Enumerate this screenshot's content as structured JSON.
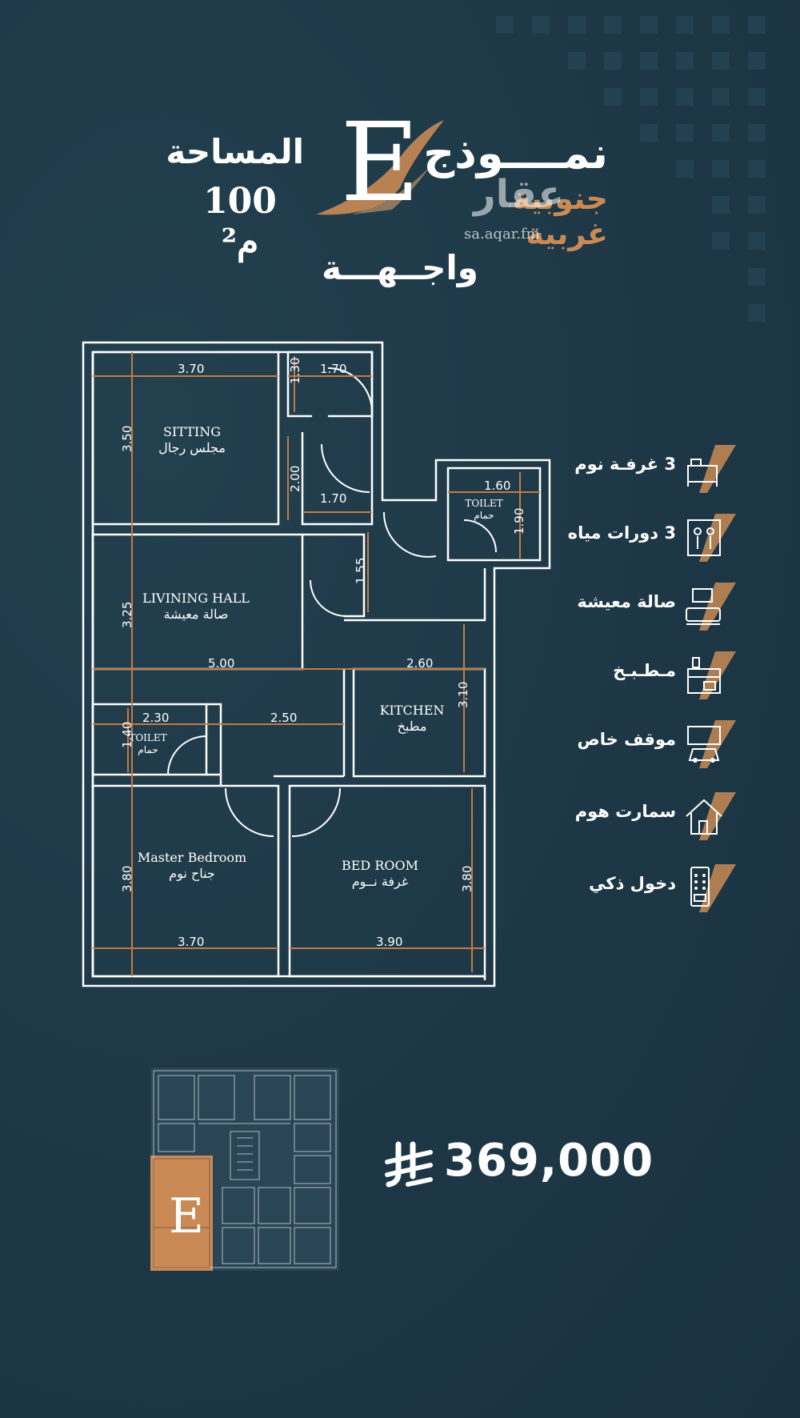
{
  "header": {
    "title": "نمــــوذج",
    "model_letter": "E",
    "area_label": "المساحة",
    "area_value": "100 م²",
    "direction": "جنوبية غربية",
    "facade": "واجــهـــة"
  },
  "watermark": {
    "brand": "عقار",
    "url": "sa.aqar.fm"
  },
  "floor_plan": {
    "rooms": [
      {
        "en": "SITTING",
        "ar": "مجلس رجال"
      },
      {
        "en": "LIVINING HALL",
        "ar": "صالة معيشة"
      },
      {
        "en": "KITCHEN",
        "ar": "مطبخ"
      },
      {
        "en": "TOILET",
        "ar": "حمام"
      },
      {
        "en": "TOILET",
        "ar": "حمام"
      },
      {
        "en": "Master Bedroom",
        "ar": "جناح نوم"
      },
      {
        "en": "BED ROOM",
        "ar": "غرفة نــوم"
      }
    ],
    "dimensions": [
      "3.70",
      "1.70",
      "1.30",
      "3.50",
      "2.00",
      "1.70",
      "1.60",
      "1.90",
      "1.55",
      "3.25",
      "5.00",
      "2.60",
      "3.10",
      "2.30",
      "2.50",
      "1.40",
      "3.80",
      "3.80",
      "3.70",
      "3.90"
    ]
  },
  "features": [
    {
      "label": "3 غرفـة نوم",
      "icon": "bedroom-icon"
    },
    {
      "label": "3 دورات مياه",
      "icon": "wc-icon"
    },
    {
      "label": "صالة معيشة",
      "icon": "living-room-icon"
    },
    {
      "label": "مـطـبـخ",
      "icon": "kitchen-icon"
    },
    {
      "label": "موقف خاص",
      "icon": "parking-icon"
    },
    {
      "label": "سمارت هوم",
      "icon": "smart-home-icon"
    },
    {
      "label": "دخول ذكي",
      "icon": "smart-lock-icon"
    }
  ],
  "key_plan": {
    "highlight_label": "E"
  },
  "price": {
    "value": "369,000",
    "currency_icon": "riyal-icon"
  },
  "colors": {
    "background": "#1e3847",
    "accent": "#c98a55",
    "plan_line": "#ffffff",
    "dimension_line": "#c47a45"
  }
}
